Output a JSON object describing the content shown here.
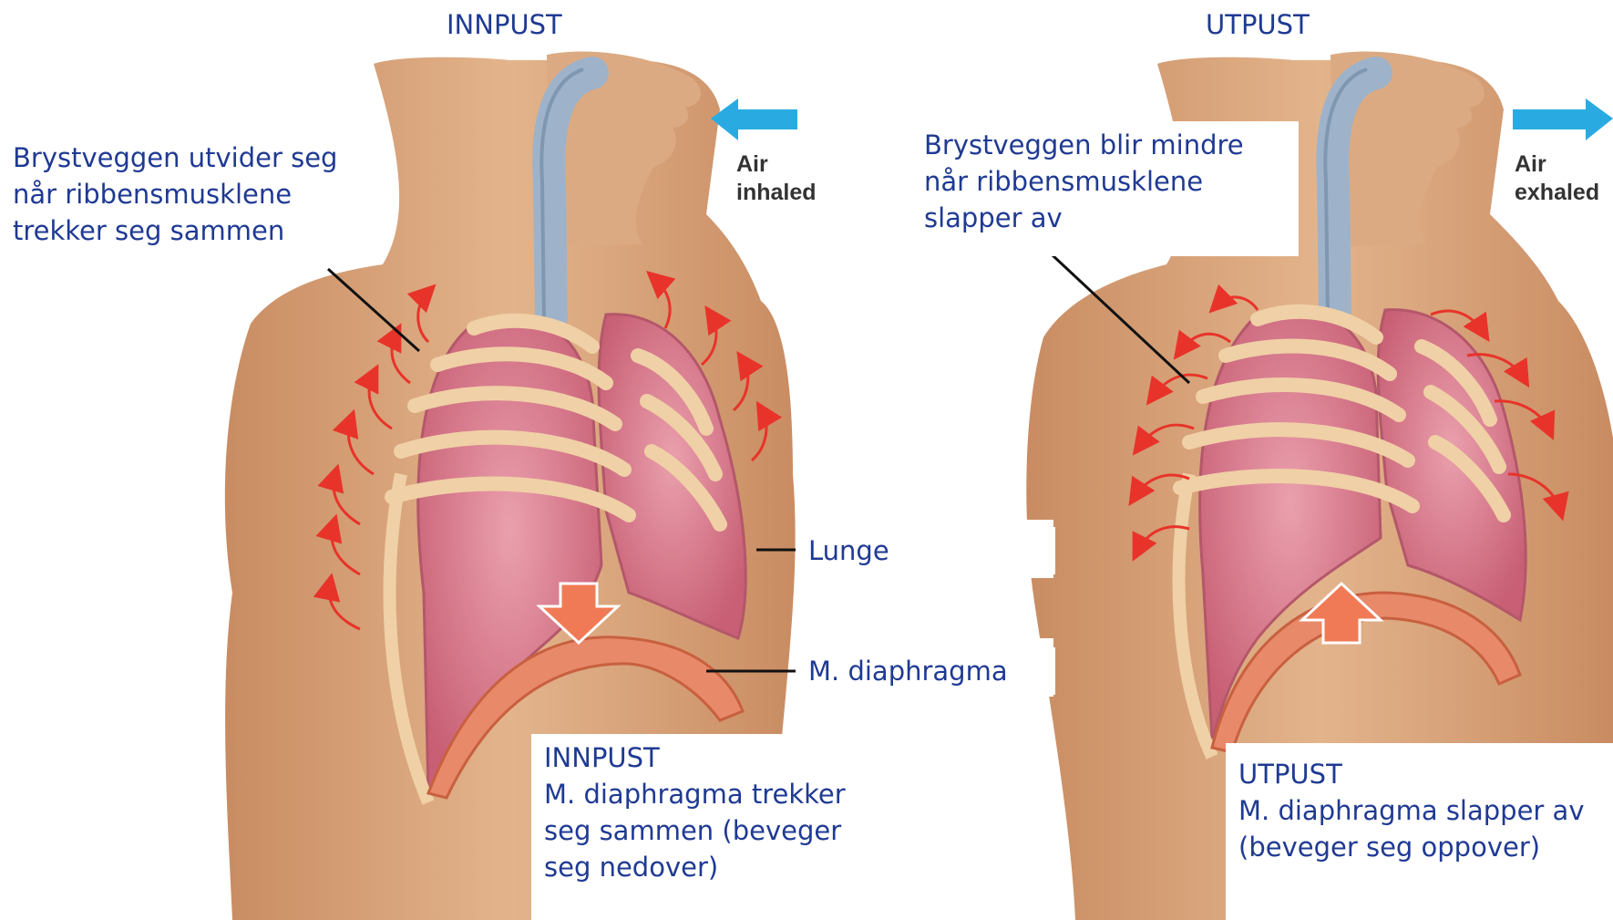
{
  "colors": {
    "label": "#1f3a93",
    "skin": "#d8a27a",
    "lung": "#d9788c",
    "rib": "#f0d0a6",
    "trachea": "#9eb3c9",
    "arrow_red": "#e8332a",
    "air_arrow": "#29abe2",
    "diaphragm_arrow": "#f07a55"
  },
  "panels": [
    {
      "title": "INNPUST",
      "air_label": "Air\ninhaled",
      "air_direction": "inward",
      "chest_label": "Brystveggen utvider seg\nnår ribbensmusklene\ntrekker seg sammen",
      "bottom_label": "INNPUST\nM. diaphragma trekker\nseg sammen (beveger\nseg nedover)"
    },
    {
      "title": "UTPUST",
      "air_label": "Air\nexhaled",
      "air_direction": "outward",
      "chest_label": "Brystveggen blir mindre\nnår ribbensmusklene\nslapper av",
      "bottom_label": "UTPUST\nM. diaphragma slapper av\n(beveger seg oppover)"
    }
  ],
  "labels": {
    "lung": "Lunge",
    "diaphragm": "M. diaphragma"
  }
}
